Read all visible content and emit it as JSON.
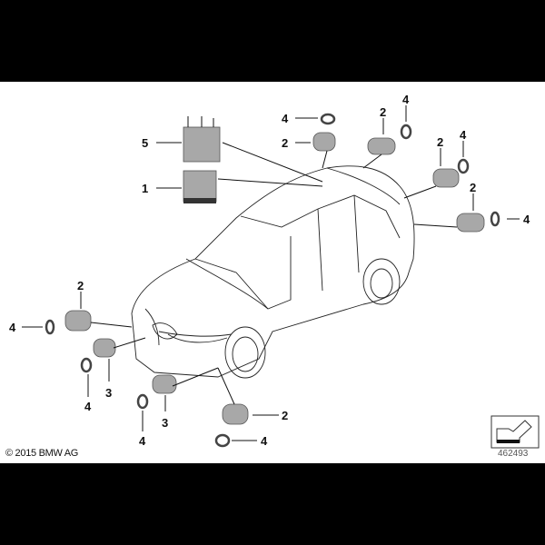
{
  "diagram": {
    "copyright": "© 2015 BMW AG",
    "diagram_number": "462493",
    "callouts": [
      "5",
      "1",
      "4",
      "2",
      "2",
      "4",
      "2",
      "4",
      "2",
      "4",
      "2",
      "4",
      "3",
      "4",
      "3",
      "4",
      "2",
      "4"
    ],
    "nav_icon": "arrow-down-left-icon"
  }
}
